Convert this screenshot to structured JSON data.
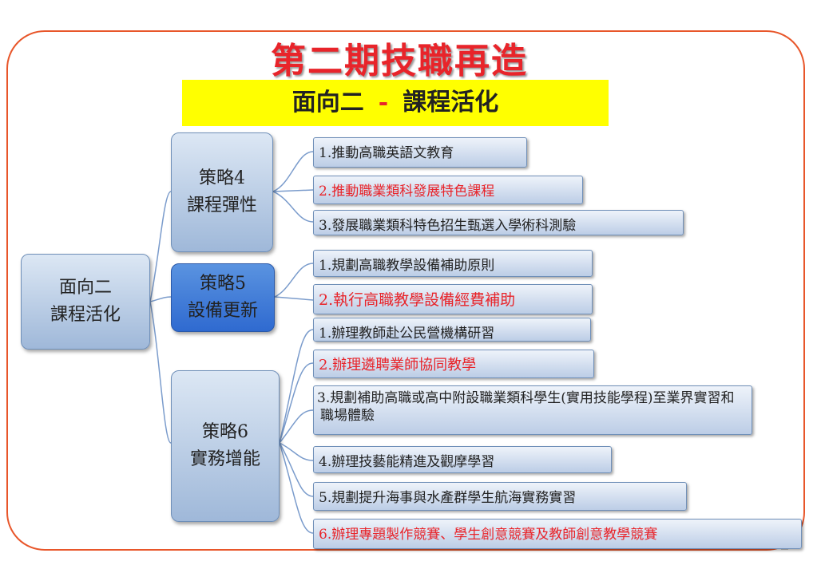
{
  "title": "第二期技職再造",
  "subtitle": {
    "left": "面向二",
    "dash": "-",
    "right": "課程活化"
  },
  "root": {
    "line1": "面向二",
    "line2": "課程活化"
  },
  "strategies": [
    {
      "line1": "策略4",
      "line2": "課程彈性"
    },
    {
      "line1": "策略5",
      "line2": "設備更新"
    },
    {
      "line1": "策略6",
      "line2": "實務增能"
    }
  ],
  "items": [
    "1.推動高職英語文教育",
    "2.推動職業類科發展特色課程",
    "3.發展職業類科特色招生甄選入學術科測驗",
    "1.規劃高職教學設備補助原則",
    "2.執行高職教學設備經費補助",
    "1.辦理教師赴公民營機構研習",
    "2.辦理遴聘業師協同教學",
    "3.規劃補助高職或高中附設職業類科學生(實用技能學程)至業界實習和職場體驗",
    "4.辦理技藝能精進及觀摩學習",
    "5.規劃提升海事與水產群學生航海實務實習",
    "6.辦理專題製作競賽、學生創意競賽及教師創意教學競賽"
  ],
  "colors": {
    "accent_red": "#e8242a",
    "frame": "#e8562a",
    "highlight": "#ffff00",
    "active_node": "#3a7ad8"
  }
}
